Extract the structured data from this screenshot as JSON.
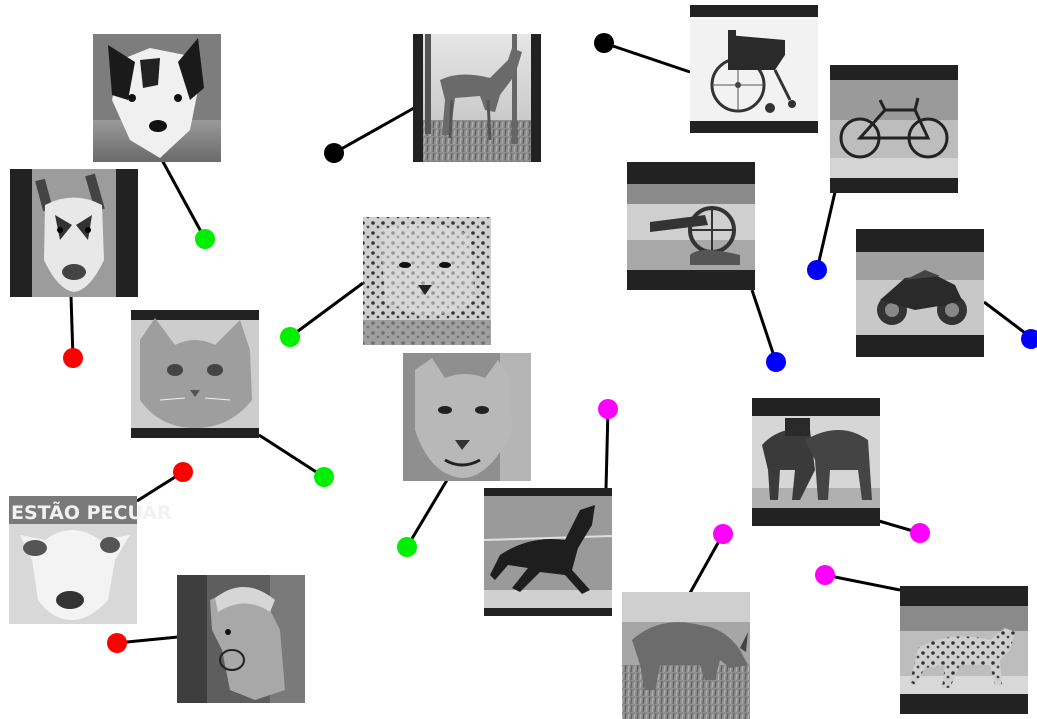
{
  "colors": {
    "red": "#ff0000",
    "green": "#00ee00",
    "blue": "#0000ff",
    "black": "#000000",
    "magenta": "#ff00ff",
    "line": "#000000",
    "frame": "#222222"
  },
  "groups": [
    {
      "color": "red",
      "items": [
        "llama",
        "cow",
        "horse-pony"
      ]
    },
    {
      "color": "green",
      "items": [
        "dog",
        "leopard",
        "cat",
        "cougar"
      ]
    },
    {
      "color": "black",
      "items": [
        "deer",
        "wheelchair"
      ]
    },
    {
      "color": "blue",
      "items": [
        "bicycle",
        "cannon",
        "motorcycle"
      ]
    },
    {
      "color": "magenta",
      "items": [
        "horse",
        "rhino",
        "elephant",
        "cheetah"
      ]
    }
  ],
  "items": [
    {
      "id": "dog",
      "icon": "dog-photo-icon",
      "color": "green",
      "sign": "",
      "frame": "none"
    },
    {
      "id": "deer",
      "icon": "deer-photo-icon",
      "color": "black",
      "sign": "",
      "frame": "sides"
    },
    {
      "id": "wheelchair",
      "icon": "wheelchair-photo-icon",
      "color": "black",
      "sign": "",
      "frame": "topbottom"
    },
    {
      "id": "bicycle",
      "icon": "bicycle-photo-icon",
      "color": "blue",
      "sign": "",
      "frame": "topbottom"
    },
    {
      "id": "llama",
      "icon": "llama-photo-icon",
      "color": "red",
      "sign": "",
      "frame": "sides"
    },
    {
      "id": "leopard",
      "icon": "leopard-photo-icon",
      "color": "green",
      "sign": "",
      "frame": "none"
    },
    {
      "id": "cannon",
      "icon": "cannon-photo-icon",
      "color": "blue",
      "sign": "",
      "frame": "topbottom"
    },
    {
      "id": "motorcycle",
      "icon": "motorcycle-photo-icon",
      "color": "blue",
      "sign": "",
      "frame": "topbottom"
    },
    {
      "id": "cat",
      "icon": "cat-photo-icon",
      "color": "green",
      "sign": "",
      "frame": "topbottom"
    },
    {
      "id": "cougar",
      "icon": "cougar-photo-icon",
      "color": "green",
      "sign": "",
      "frame": "none"
    },
    {
      "id": "elephant",
      "icon": "elephant-photo-icon",
      "color": "magenta",
      "sign": "",
      "frame": "topbottom"
    },
    {
      "id": "cow",
      "icon": "cow-photo-icon",
      "color": "red",
      "sign": "ESTÃO PECUÁR",
      "frame": "none"
    },
    {
      "id": "horse",
      "icon": "horse-photo-icon",
      "color": "magenta",
      "sign": "",
      "frame": "topbottom"
    },
    {
      "id": "rhino",
      "icon": "rhino-photo-icon",
      "color": "magenta",
      "sign": "",
      "frame": "none"
    },
    {
      "id": "horse-pony",
      "icon": "pony-photo-icon",
      "color": "red",
      "sign": "",
      "frame": "none"
    },
    {
      "id": "cheetah",
      "icon": "cheetah-photo-icon",
      "color": "magenta",
      "sign": "",
      "frame": "topbottom"
    }
  ]
}
